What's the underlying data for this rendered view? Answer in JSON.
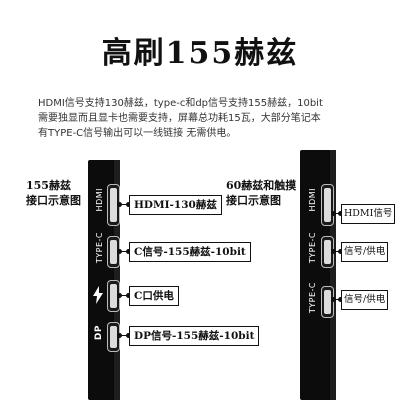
{
  "title": "高刷155赫兹",
  "description": {
    "line1": "HDMI信号支持130赫兹，type-c和dp信号支持155赫兹，10bit",
    "line2": "需要独显而且显卡也需要支持，屏幕总功耗15瓦，大部分笔记本",
    "line3": "有TYPE-C信号输出可以一线链接 无需供电。"
  },
  "left_panel": {
    "caption_line1": "155赫兹",
    "caption_line2": "接口示意图",
    "ports": [
      {
        "name": "HDMI",
        "icon": "hdmi-port",
        "label": "HDMI-130赫兹"
      },
      {
        "name": "TYPE-C",
        "icon": "usb-c-port",
        "label": "C信号-155赫兹-10bit"
      },
      {
        "name": "",
        "icon": "usb-lightning-icon",
        "label": "C口供电"
      },
      {
        "name": "DP",
        "icon": "displayport-port",
        "label": "DP信号-155赫兹-10bit"
      }
    ]
  },
  "right_panel": {
    "caption_line1": "60赫兹和触摸",
    "caption_line2": "接口示意图",
    "ports": [
      {
        "name": "HDMI",
        "icon": "hdmi-port",
        "label": "HDMI信号"
      },
      {
        "name": "TYPE-C",
        "icon": "usb-c-port",
        "label": "信号/供电"
      },
      {
        "name": "TYPE-C",
        "icon": "usb-c-port",
        "label": "信号/供电"
      }
    ]
  }
}
